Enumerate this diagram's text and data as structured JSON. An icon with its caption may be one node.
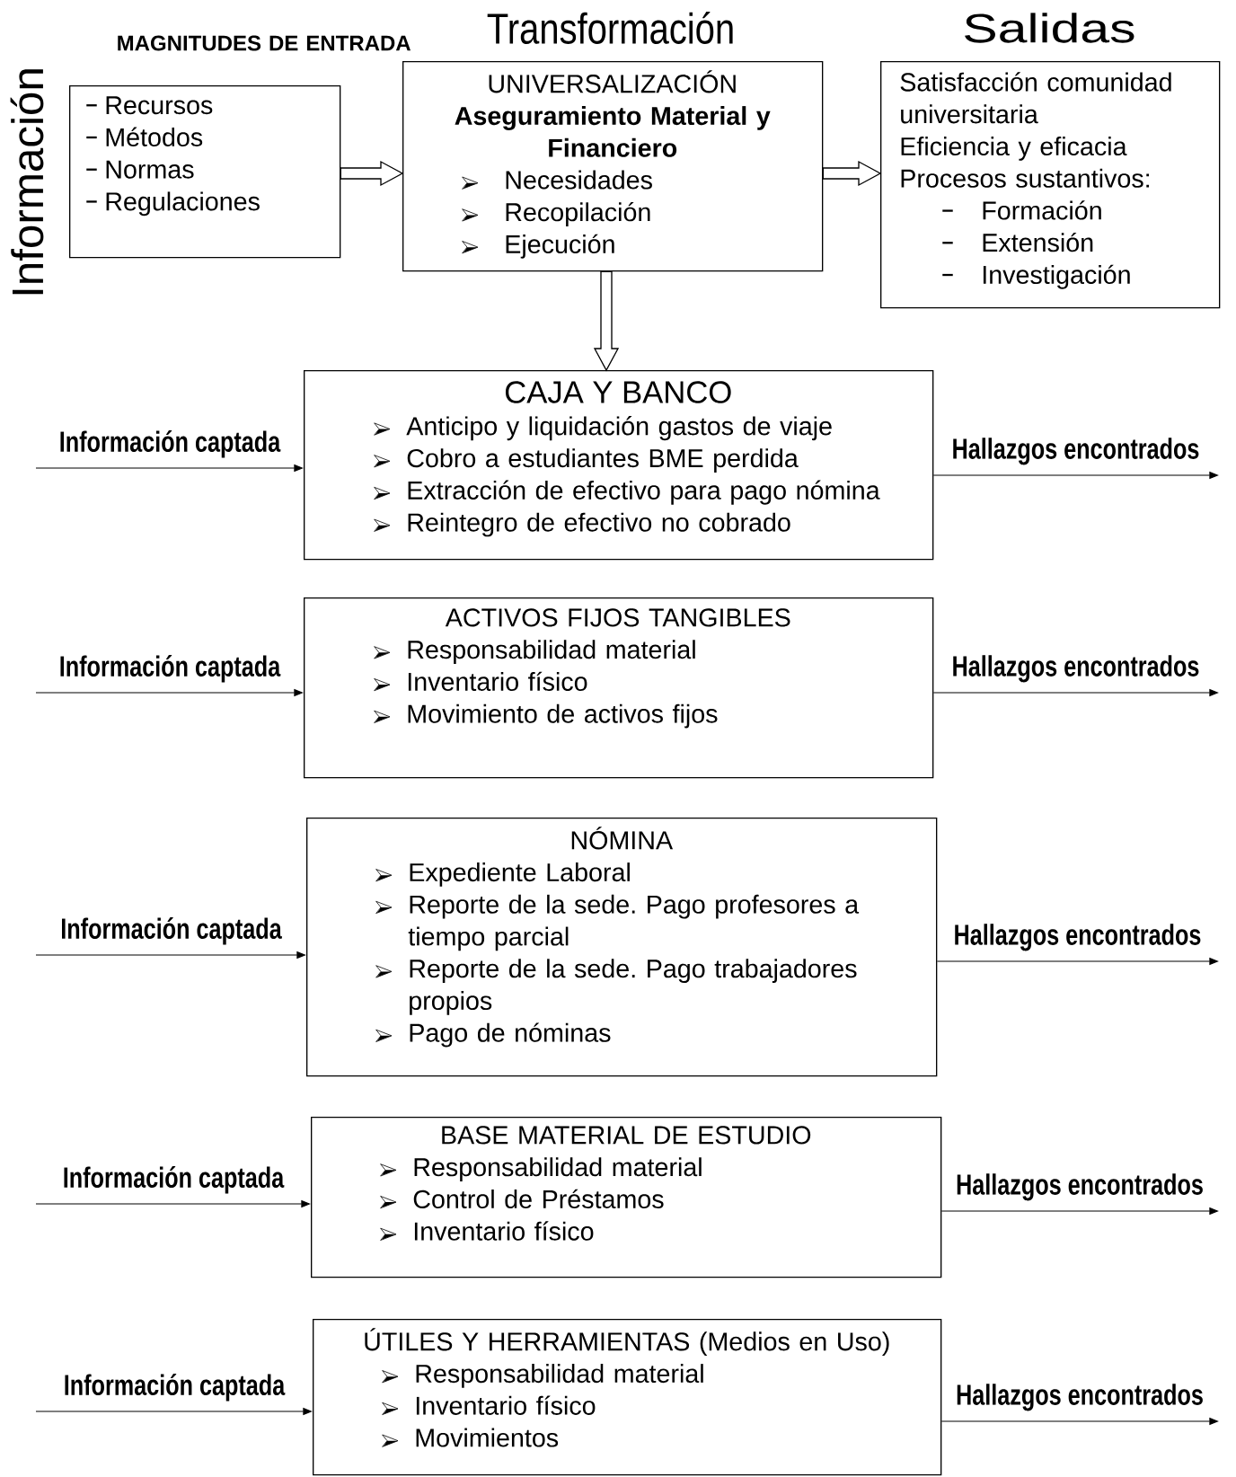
{
  "diagram": {
    "nodes": [
      {
        "text": [
          "Recursos",
          "Métodos",
          "Normas",
          "Regulaciones"
        ]
      },
      {
        "text": [
          "UNIVERSALIZACIÓN",
          "Aseguramiento Material y Financiero",
          "Necesidades",
          "Recopilación",
          "Ejecución"
        ]
      },
      {
        "text": [
          "Satisfacción comunidad universitaria",
          "Eficiencia y eficacia",
          "Procesos sustantivos:",
          "Formación",
          "Extensión",
          "Investigación"
        ]
      },
      {
        "text": [
          "CAJA Y BANCO",
          "Anticipo y liquidación gastos de viaje",
          "Cobro a estudiantes BME perdida",
          "Extracción de efectivo para pago nómina",
          "Reintegro de efectivo no cobrado"
        ]
      },
      {
        "text": [
          "ACTIVOS FIJOS TANGIBLES",
          "Responsabilidad material",
          "Inventario físico",
          "Movimiento de activos fijos"
        ]
      },
      {
        "text": [
          "NÓMINA",
          "Expediente Laboral",
          "Reporte de la sede. Pago profesores a tiempo parcial",
          "Reporte de la sede. Pago trabajadores propios",
          "Pago de nóminas"
        ]
      },
      {
        "text": [
          "BASE MATERIAL DE ESTUDIO",
          "Responsabilidad material",
          "Control de Préstamos",
          "Inventario físico"
        ]
      },
      {
        "text": [
          "ÚTILES Y HERRAMIENTAS (Medios en Uso)",
          "Responsabilidad material",
          "Inventario físico",
          "Movimientos"
        ]
      }
    ],
    "edges": [
      {
        "from": 0,
        "to": 1,
        "arrow": "to",
        "style": "thick"
      },
      {
        "from": 1,
        "to": 2,
        "arrow": "to",
        "style": "thick"
      },
      {
        "from": 1,
        "to": 3,
        "arrow": "to",
        "style": "thick"
      },
      {
        "from": null,
        "to": 3,
        "arrow": "to",
        "label": "Información captada"
      },
      {
        "from": 3,
        "to": null,
        "arrow": "to",
        "label": "Hallazgos encontrados"
      },
      {
        "from": null,
        "to": 4,
        "arrow": "to",
        "label": "Información captada"
      },
      {
        "from": 4,
        "to": null,
        "arrow": "to",
        "label": "Hallazgos encontrados"
      },
      {
        "from": null,
        "to": 5,
        "arrow": "to",
        "label": "Información captada"
      },
      {
        "from": 5,
        "to": null,
        "arrow": "to",
        "label": "Hallazgos encontrados"
      },
      {
        "from": null,
        "to": 6,
        "arrow": "to",
        "label": "Información captada"
      },
      {
        "from": 6,
        "to": null,
        "arrow": "to",
        "label": "Hallazgos encontrados"
      },
      {
        "from": null,
        "to": 7,
        "arrow": "to",
        "label": "Información captada"
      },
      {
        "from": 7,
        "to": null,
        "arrow": "to",
        "label": "Hallazgos encontrados"
      }
    ],
    "labels": [
      "Información",
      "MAGNITUDES DE ENTRADA",
      "Transformación",
      "Salidas"
    ]
  }
}
